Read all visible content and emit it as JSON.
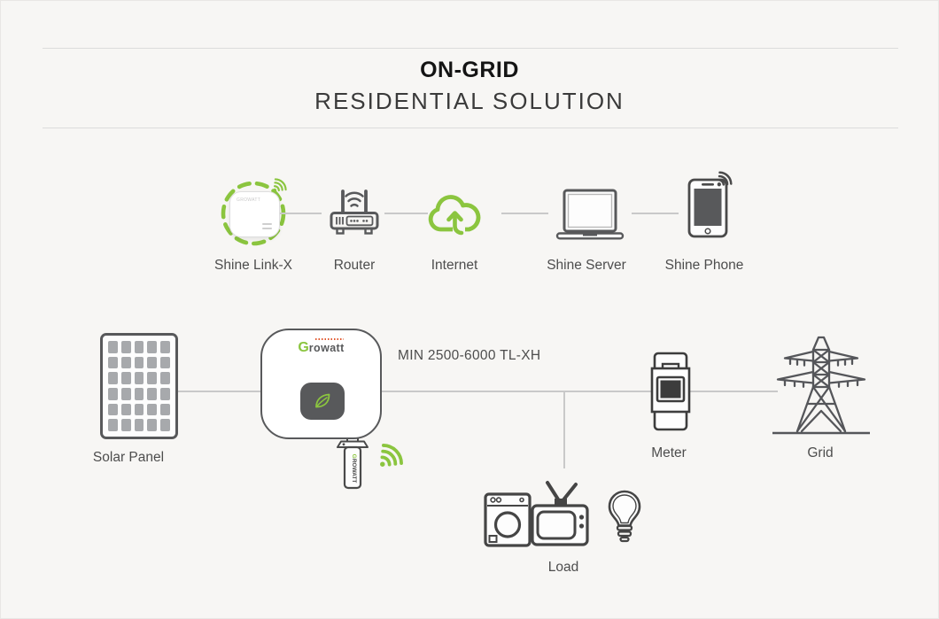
{
  "colors": {
    "background": "#f7f6f4",
    "accent_green": "#8bc53f",
    "icon_dark": "#58595b",
    "connector_gray": "#c9c9c9",
    "label_text": "#4d4d4d"
  },
  "header": {
    "title": "ON-GRID",
    "subtitle": "RESIDENTIAL SOLUTION"
  },
  "monitoring_row": {
    "items": [
      {
        "label": "Shine Link-X",
        "icon": "shine-link-x-icon"
      },
      {
        "label": "Router",
        "icon": "router-icon"
      },
      {
        "label": "Internet",
        "icon": "cloud-upload-icon"
      },
      {
        "label": "Shine Server",
        "icon": "laptop-icon"
      },
      {
        "label": "Shine Phone",
        "icon": "smartphone-wifi-icon"
      }
    ]
  },
  "power_row": {
    "solar_panel_label": "Solar Panel",
    "inverter_model": "MIN 2500-6000 TL-XH",
    "meter_label": "Meter",
    "grid_label": "Grid",
    "load_label": "Load"
  },
  "branding": {
    "inverter_logo_g": "G",
    "inverter_logo_rest": "rowatt",
    "shinelink_device_text": "GROWATT",
    "dongle_text_g": "G",
    "dongle_text_rest": "ROWATT"
  }
}
